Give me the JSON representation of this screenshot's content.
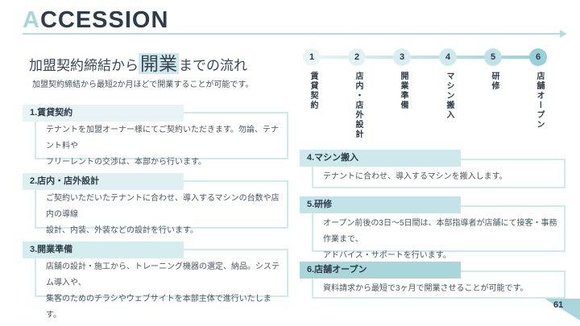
{
  "brand": {
    "accent_letter": "A",
    "rest": "CCESSION"
  },
  "title": {
    "pre": "加盟契約締結から",
    "highlight": "開業",
    "post": "までの流れ"
  },
  "subtitle": "加盟契約締結から最短2か月ほどで開業することが可能です。",
  "page_number": "61",
  "colors": {
    "navy_text": "#2e3c48",
    "body_text": "#4a5660",
    "accent_teal": "#a9d6db",
    "underline_arrow": "#b6dce0",
    "card_border": "#cfeaed",
    "title_highlight_bg": "#cfe9ec"
  },
  "timeline": {
    "steps": [
      {
        "num": "1",
        "label": "賃貸契約",
        "circle_bg": "#eaf5f6"
      },
      {
        "num": "2",
        "label": "店内・店外設計",
        "circle_bg": "#e2f1f3"
      },
      {
        "num": "3",
        "label": "開業準備",
        "circle_bg": "#d8eef1"
      },
      {
        "num": "4",
        "label": "マシン搬入",
        "circle_bg": "#cfeaed"
      },
      {
        "num": "5",
        "label": "研修",
        "circle_bg": "#c0e2e6"
      },
      {
        "num": "6",
        "label": "店舗オープン",
        "circle_bg": "#98d1d8"
      }
    ]
  },
  "steps": [
    {
      "heading": "1.賃貸契約",
      "heading_bg": "#e7f3f5",
      "body": "テナントを加盟オーナー様にてご契約いただきます。勿論、テナント料や\nフリーレントの交渉は、本部から行います。"
    },
    {
      "heading": "2.店内・店外設計",
      "heading_bg": "#dff0f2",
      "body": "ご契約いただいたテナントに合わせ、導入するマシンの台数や店内の導線\n設計、内装、外装などの設計を行います。"
    },
    {
      "heading": "3.開業準備",
      "heading_bg": "#d6edf0",
      "body": "店舗の設計・施工から、トレーニング機器の選定、納品。システム導入や、\n集客のためのチラシやウェブサイトを本部主体で進行いたします。"
    },
    {
      "heading": "4.マシン搬入",
      "heading_bg": "#cde9ec",
      "body": "テナントに合わせ、導入するマシンを搬入します。"
    },
    {
      "heading": "5.研修",
      "heading_bg": "#c2e4e8",
      "body": "オープン前後の3日〜5日間は、本部指導者が店舗にて接客・事務作業まで、\nアドバイス・サポートを行います。"
    },
    {
      "heading": "6.店舗オープン",
      "heading_bg": "#a9d6db",
      "body": "資料請求から最短で3ヶ月で開業させることが可能です。"
    }
  ]
}
